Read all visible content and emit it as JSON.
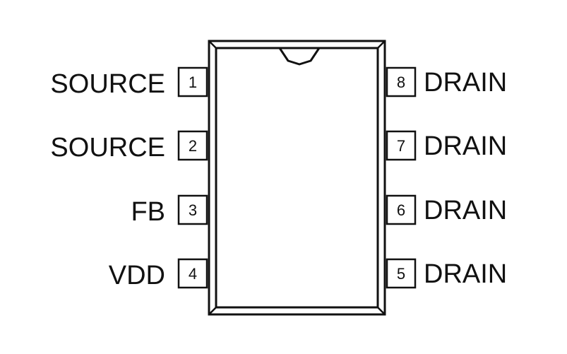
{
  "package": {
    "left_pins": [
      {
        "number": "1",
        "name": "SOURCE"
      },
      {
        "number": "2",
        "name": "SOURCE"
      },
      {
        "number": "3",
        "name": "FB"
      },
      {
        "number": "4",
        "name": "VDD"
      }
    ],
    "right_pins": [
      {
        "number": "8",
        "name": "DRAIN"
      },
      {
        "number": "7",
        "name": "DRAIN"
      },
      {
        "number": "6",
        "name": "DRAIN"
      },
      {
        "number": "5",
        "name": "DRAIN"
      }
    ]
  }
}
